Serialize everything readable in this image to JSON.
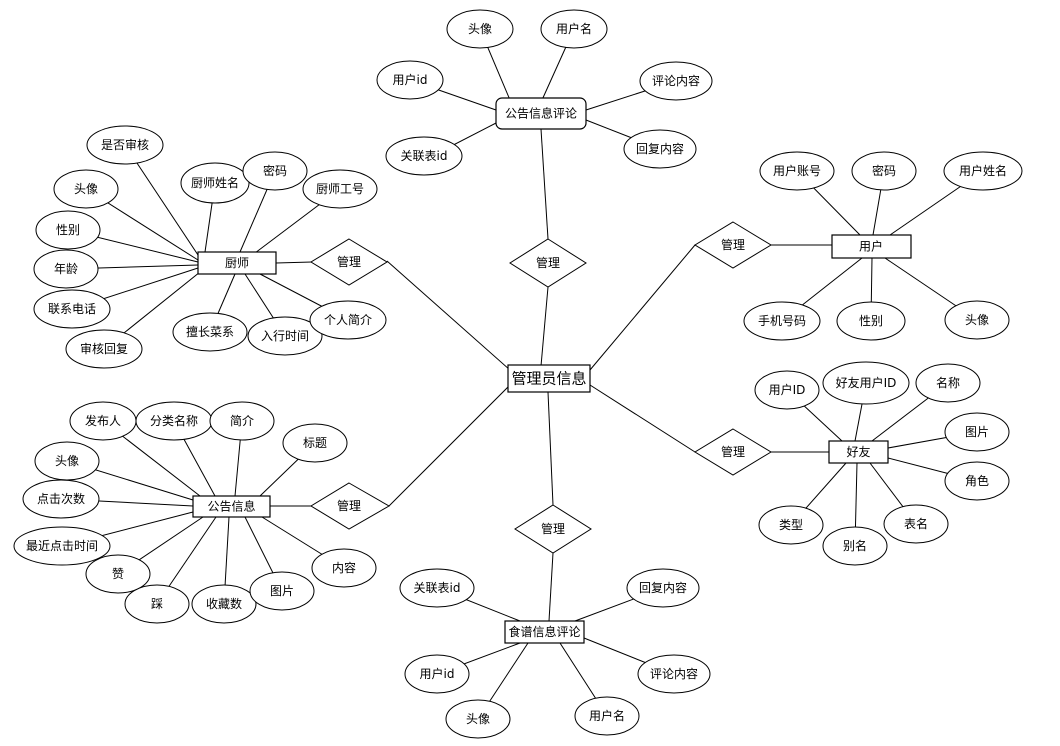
{
  "center": "管理员信息",
  "relations": {
    "chef": "管理",
    "announce": "管理",
    "announce_comment": "管理",
    "recipe_comment": "管理",
    "user": "管理",
    "friend": "管理"
  },
  "entities": {
    "announce_comment": {
      "name": "公告信息评论",
      "attrs": [
        "头像",
        "用户名",
        "用户id",
        "评论内容",
        "关联表id",
        "回复内容"
      ]
    },
    "chef": {
      "name": "厨师",
      "attrs": [
        "是否审核",
        "厨师姓名",
        "密码",
        "厨师工号",
        "头像",
        "性别",
        "年龄",
        "联系电话",
        "审核回复",
        "擅长菜系",
        "入行时间",
        "个人简介"
      ]
    },
    "user": {
      "name": "用户",
      "attrs": [
        "用户账号",
        "密码",
        "用户姓名",
        "手机号码",
        "性别",
        "头像"
      ]
    },
    "friend": {
      "name": "好友",
      "attrs": [
        "用户ID",
        "好友用户ID",
        "名称",
        "图片",
        "角色",
        "类型",
        "别名",
        "表名"
      ]
    },
    "announce": {
      "name": "公告信息",
      "attrs": [
        "发布人",
        "分类名称",
        "简介",
        "标题",
        "头像",
        "点击次数",
        "最近点击时间",
        "赞",
        "踩",
        "收藏数",
        "图片",
        "内容"
      ]
    },
    "recipe_comment": {
      "name": "食谱信息评论",
      "attrs": [
        "关联表id",
        "回复内容",
        "用户id",
        "评论内容",
        "头像",
        "用户名"
      ]
    }
  }
}
